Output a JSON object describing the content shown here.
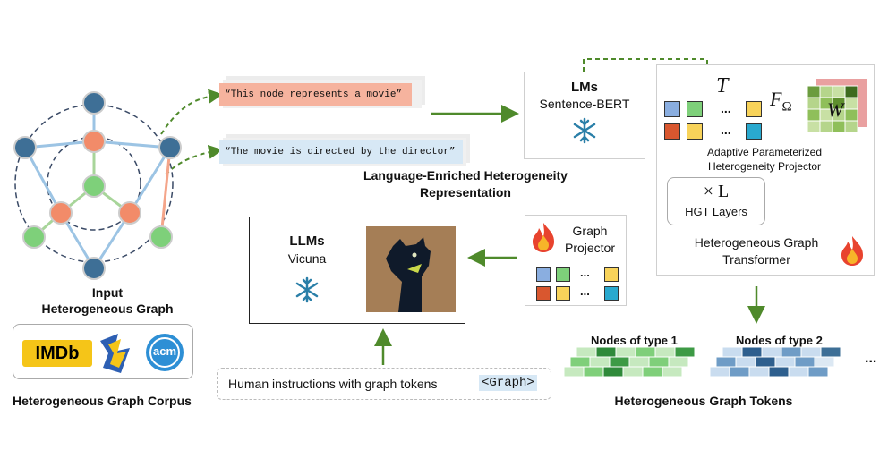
{
  "graph": {
    "caption_line1": "Input",
    "caption_line2": "Heterogeneous Graph"
  },
  "corpus": {
    "caption": "Heterogeneous Graph Corpus",
    "logo_imdb": "IMDb",
    "logo_acm": "acm"
  },
  "sentences": {
    "movie": "“This node represents a movie”",
    "director": "“The movie is directed by the director”",
    "caption_line1": "Language-Enriched Heterogeneity",
    "caption_line2": "Representation"
  },
  "lm": {
    "title": "LMs",
    "name": "Sentence-BERT"
  },
  "projector_adaptive": {
    "t_symbol": "T",
    "f_symbol": "F",
    "f_subscript": "Ω",
    "w_symbol": "W",
    "ellipsis": "...",
    "caption_line1": "Adaptive Parameterized",
    "caption_line2": "Heterogeneity Projector"
  },
  "hgt": {
    "times_l": "× L",
    "layers_label": "HGT Layers",
    "caption_line1": "Heterogeneous Graph",
    "caption_line2": "Transformer"
  },
  "graph_projector": {
    "line1": "Graph",
    "line2": "Projector",
    "ellipsis": "..."
  },
  "llm": {
    "title": "LLMs",
    "name": "Vicuna"
  },
  "instructions": {
    "text": "Human instructions with graph tokens",
    "token": "<Graph>"
  },
  "tokens": {
    "type1_label": "Nodes of type 1",
    "type2_label": "Nodes of type 2",
    "ellipsis": "...",
    "caption": "Heterogeneous Graph Tokens"
  },
  "colors": {
    "arrow_green": "#4f8a2b",
    "node_blue": "#3e6f96",
    "node_orange": "#f28b69",
    "node_green": "#7ed07a",
    "edge_blue": "#9cc4e4",
    "edge_orange": "#f4a58a",
    "edge_green": "#a8d59a",
    "sentence_orange": "#f6b39e",
    "sentence_blue": "#d7e8f5"
  }
}
